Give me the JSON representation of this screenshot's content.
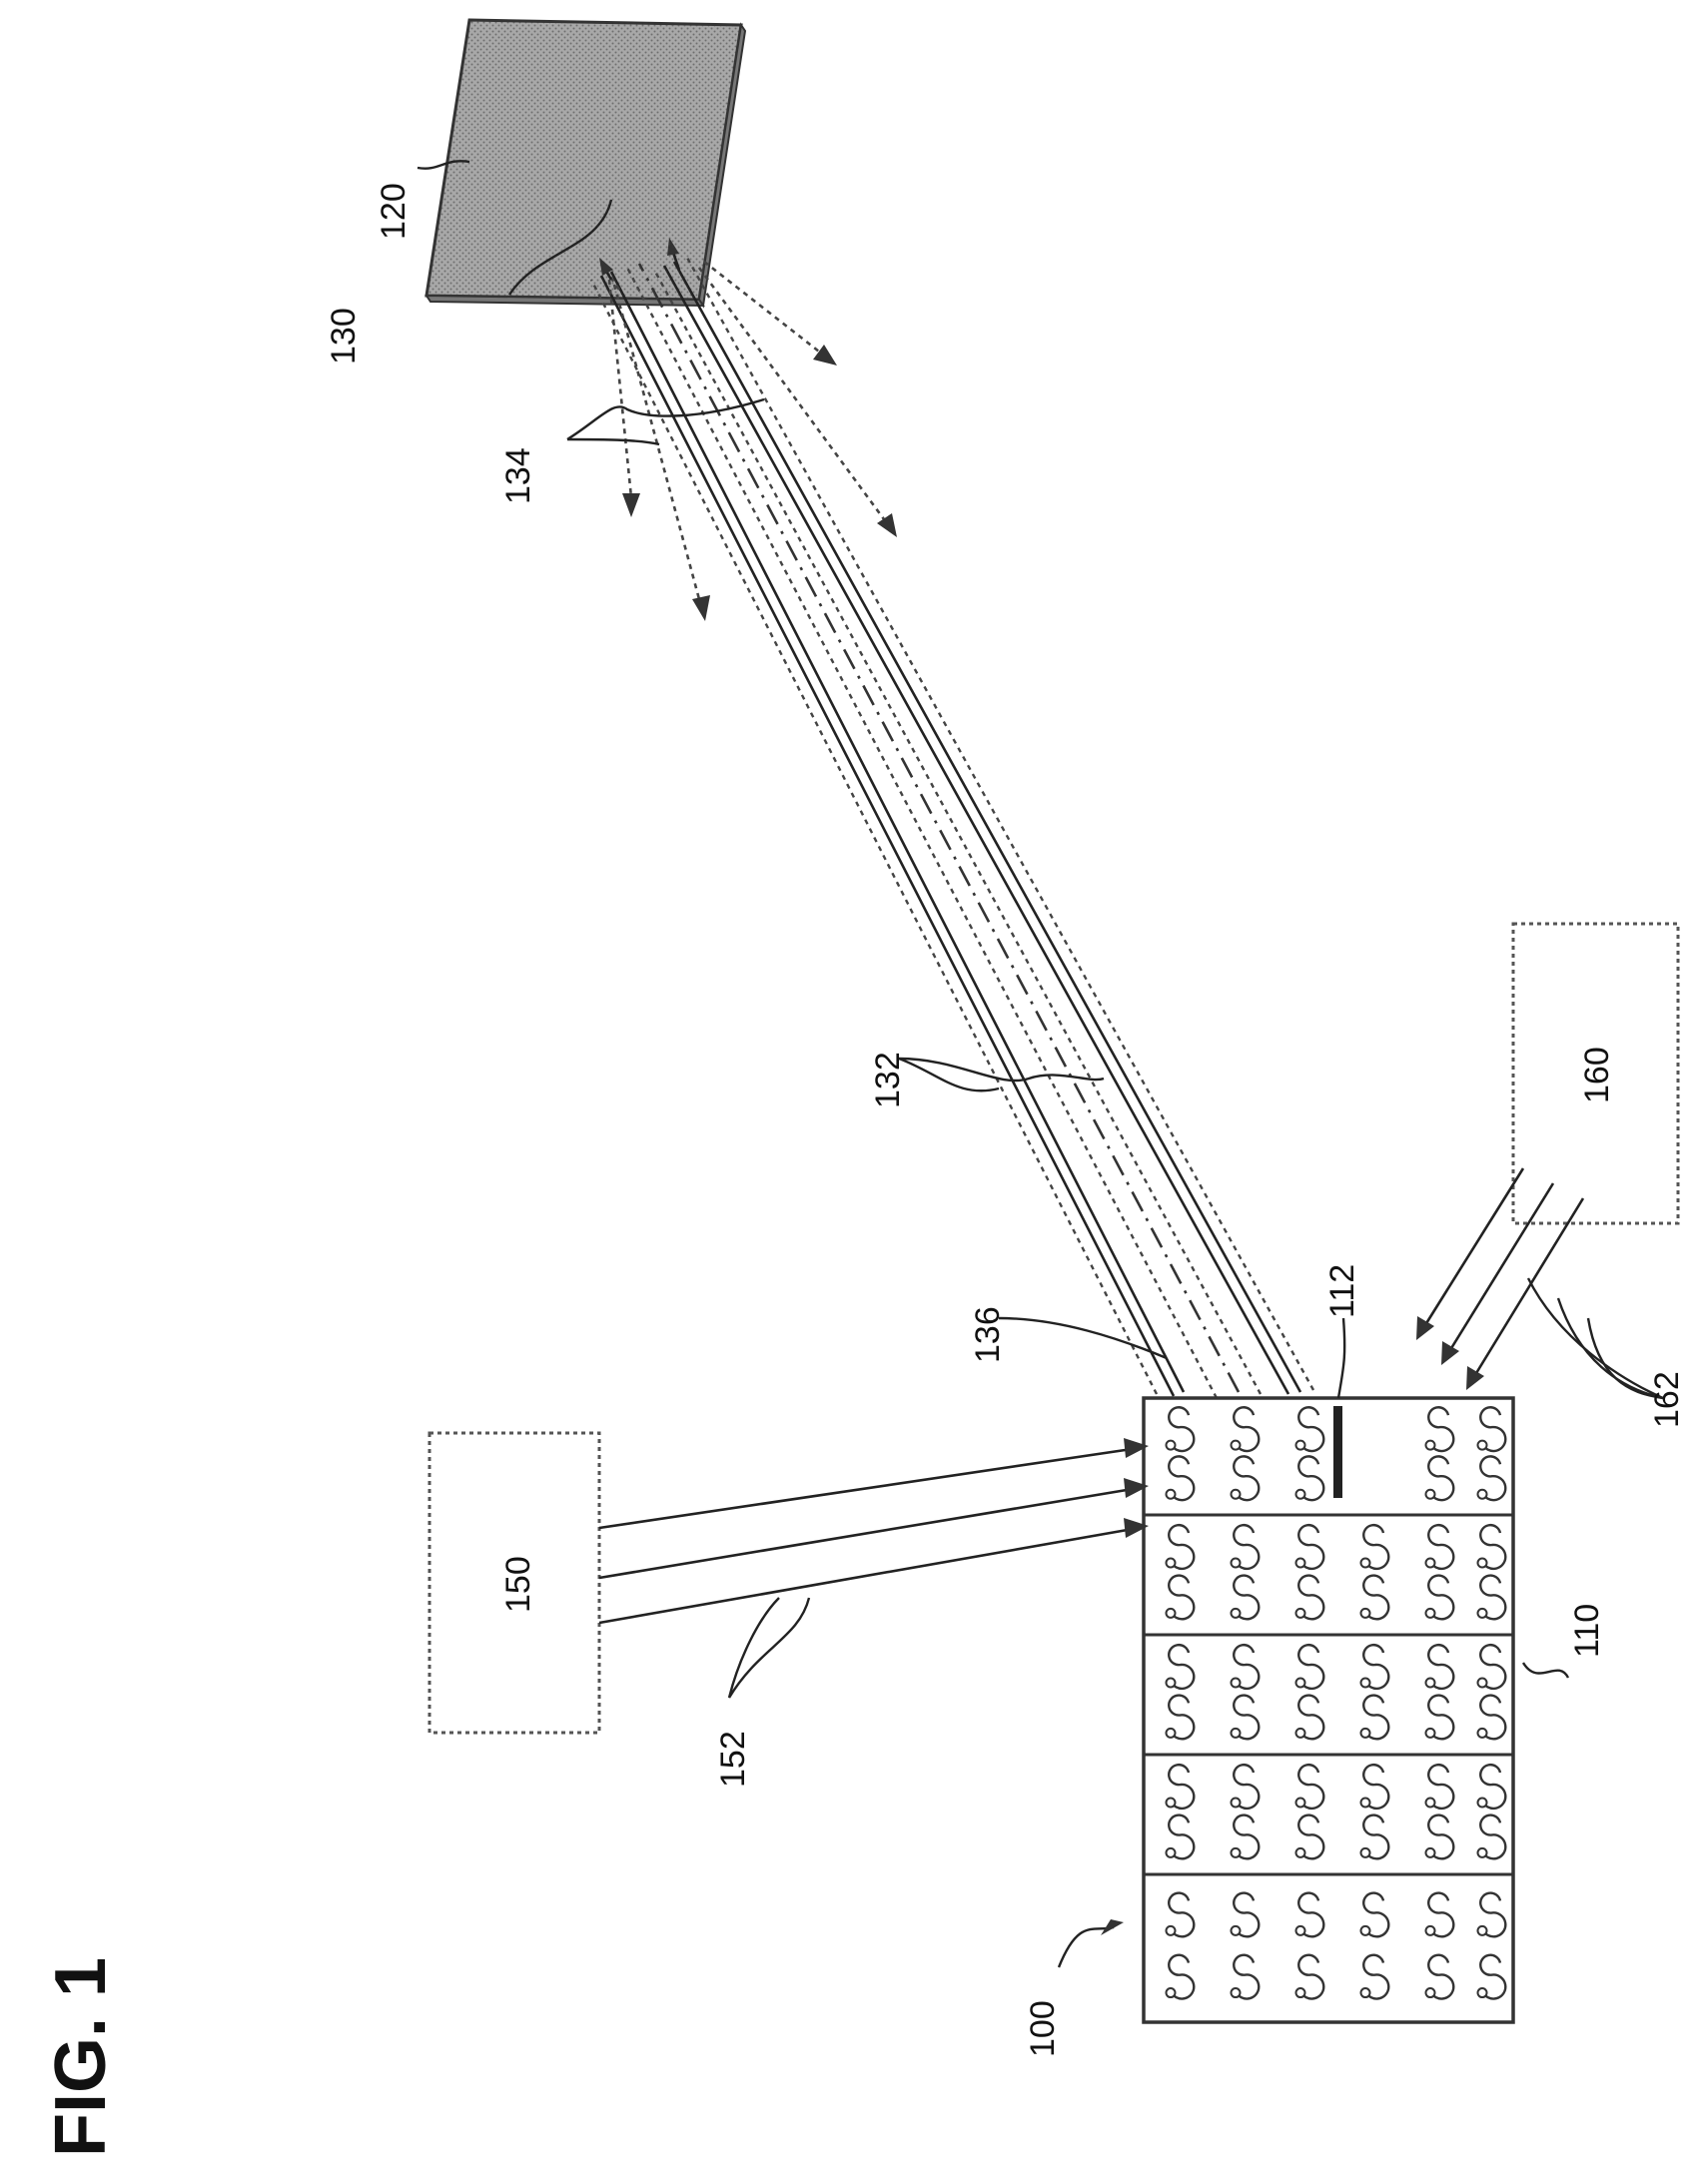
{
  "figure": {
    "title": "FIG. 1",
    "labels": {
      "system": "100",
      "array": "110",
      "element": "112",
      "target": "120",
      "spot": "130",
      "beams": "132",
      "scattered": "134",
      "beam_edge": "136",
      "source_left": "150",
      "rays_left": "152",
      "source_right": "160",
      "rays_right": "162"
    },
    "colors": {
      "ink": "#222222",
      "target_fill": "#9a9a9a"
    }
  }
}
